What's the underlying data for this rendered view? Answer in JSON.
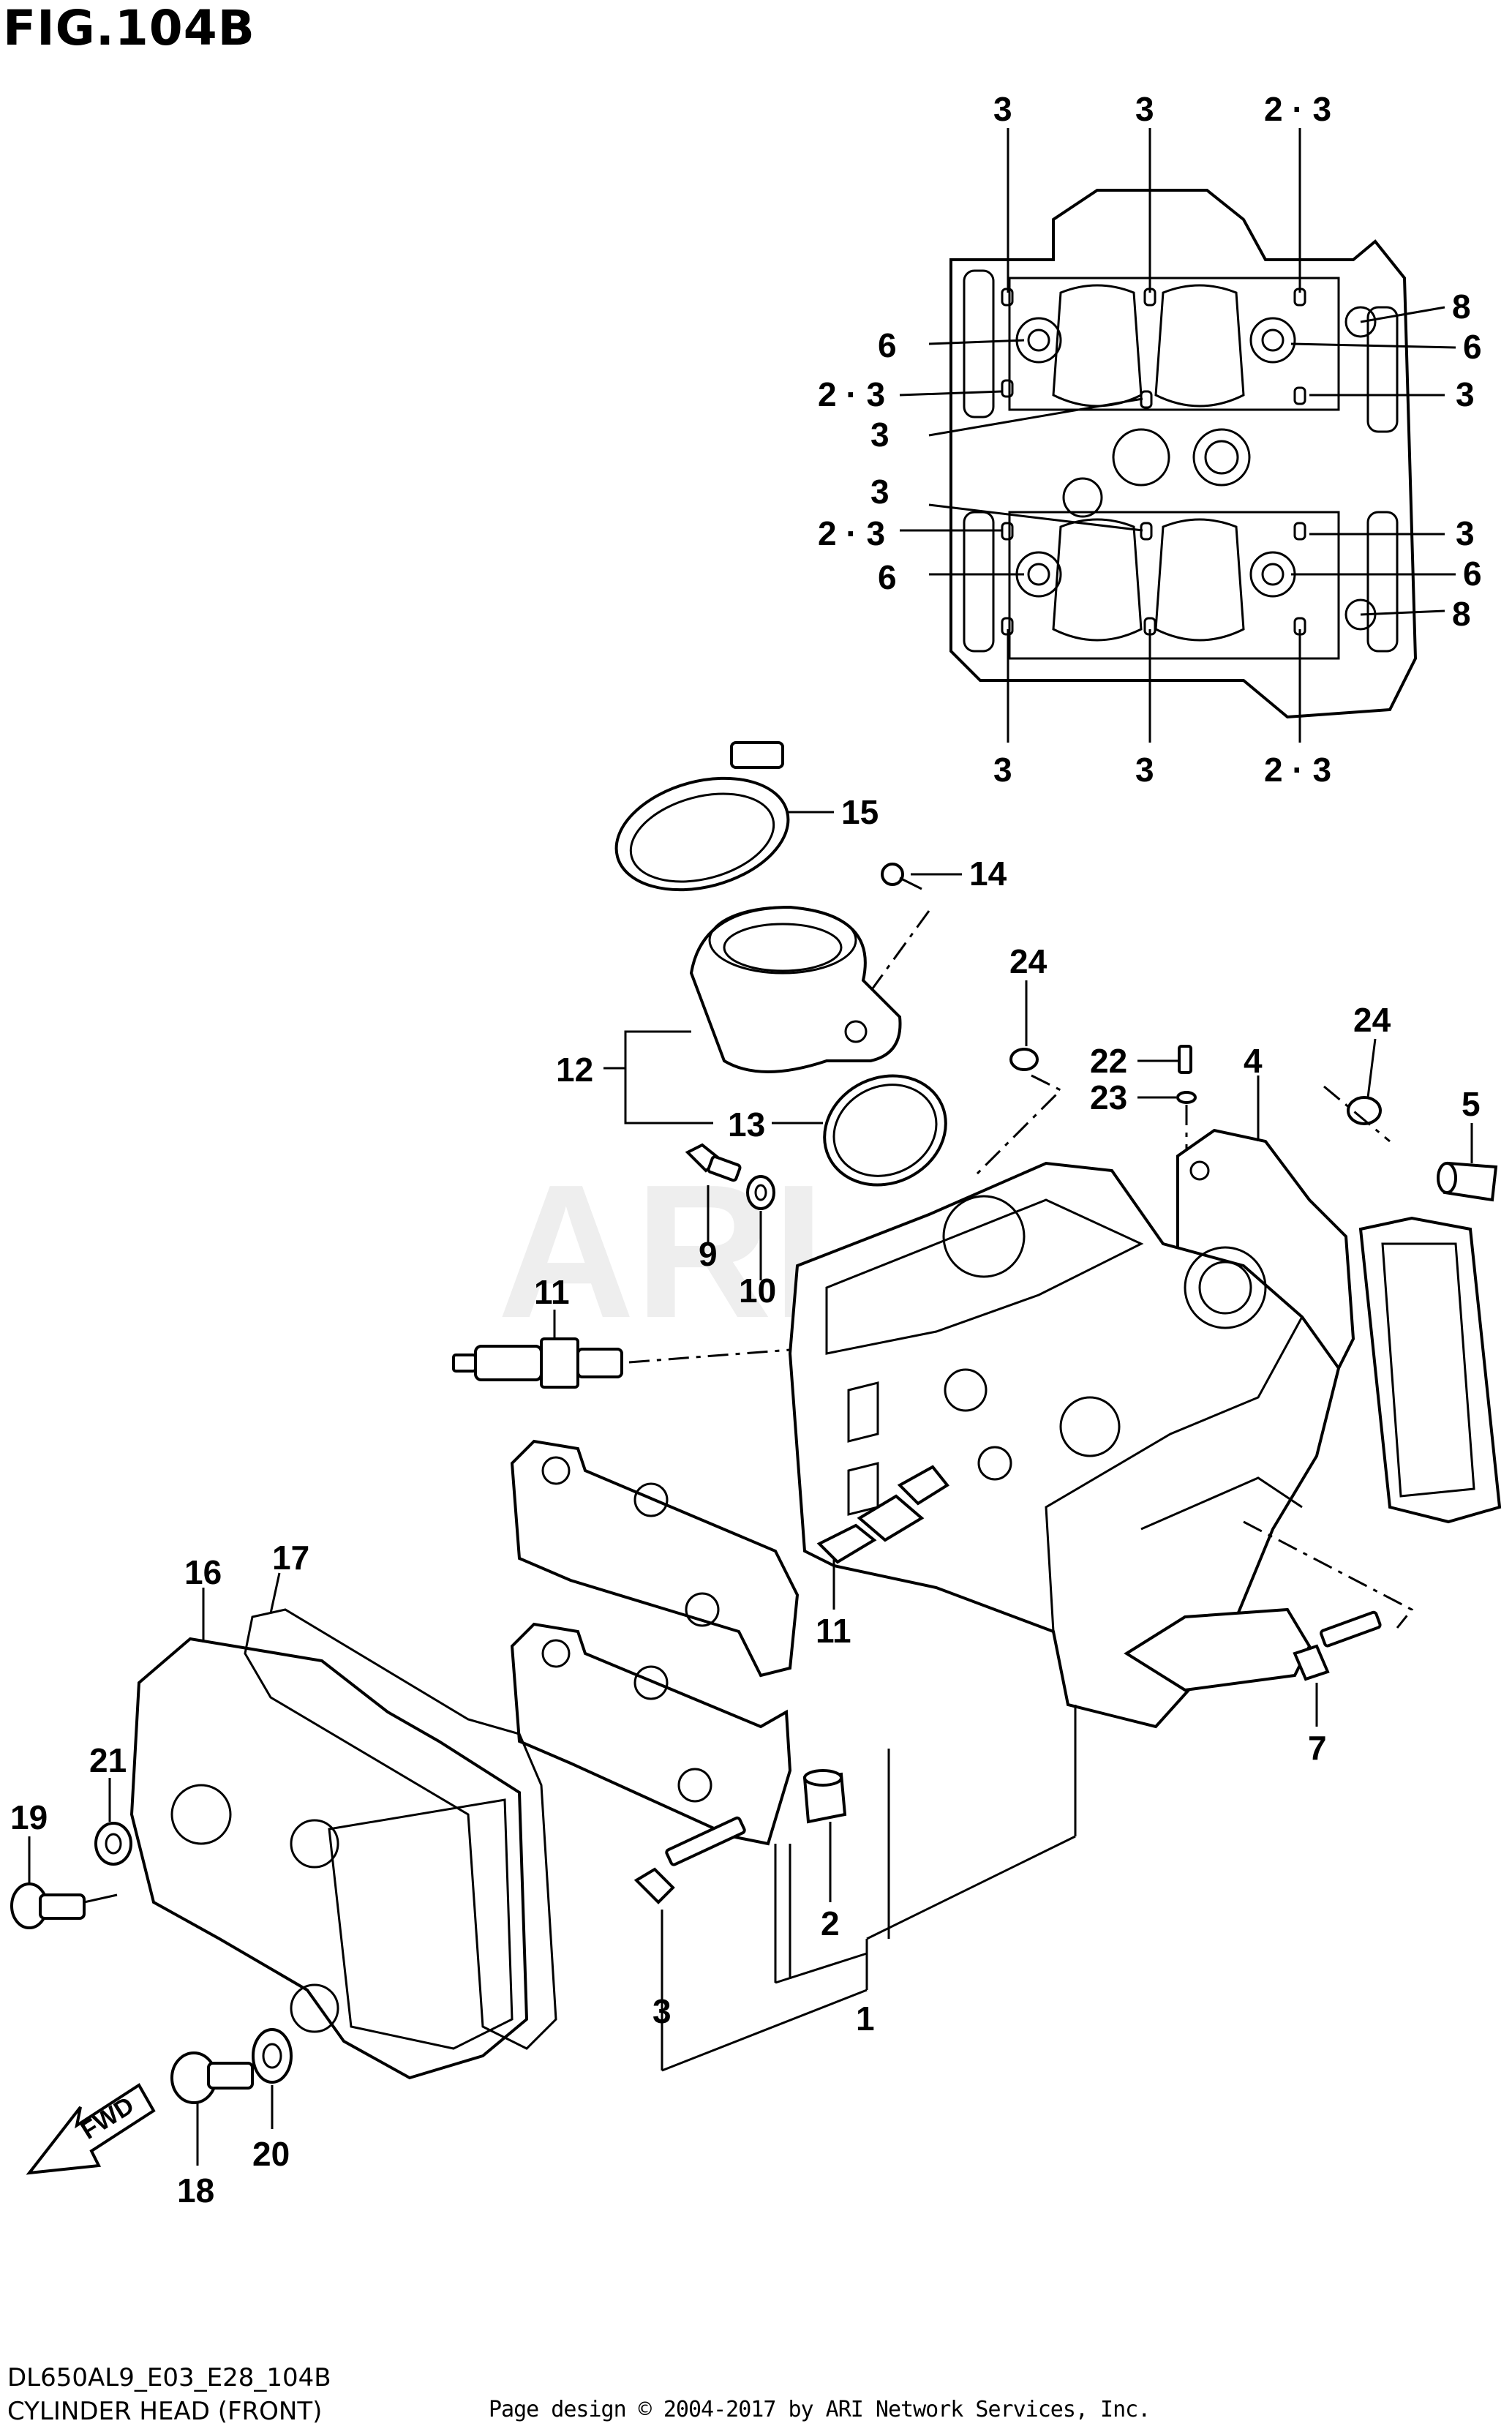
{
  "figure": {
    "title": "FIG.104B",
    "model_code": "DL650AL9_E03_E28_104B",
    "section_name": "CYLINDER HEAD (FRONT)",
    "copyright": "Page design © 2004-2017 by ARI Network Services, Inc.",
    "watermark": "ARI",
    "direction_label": "FWD"
  },
  "callouts": {
    "top_view": [
      "3",
      "3",
      "2 · 3",
      "8",
      "6",
      "6",
      "2 · 3",
      "3",
      "3",
      "3",
      "2 · 3",
      "3",
      "6",
      "6",
      "8",
      "3",
      "3",
      "2 · 3"
    ],
    "main_view": [
      "15",
      "14",
      "24",
      "12",
      "13",
      "22",
      "23",
      "4",
      "24",
      "5",
      "9",
      "10",
      "11",
      "11",
      "16",
      "17",
      "21",
      "19",
      "7",
      "2",
      "3",
      "1",
      "18",
      "20"
    ]
  }
}
